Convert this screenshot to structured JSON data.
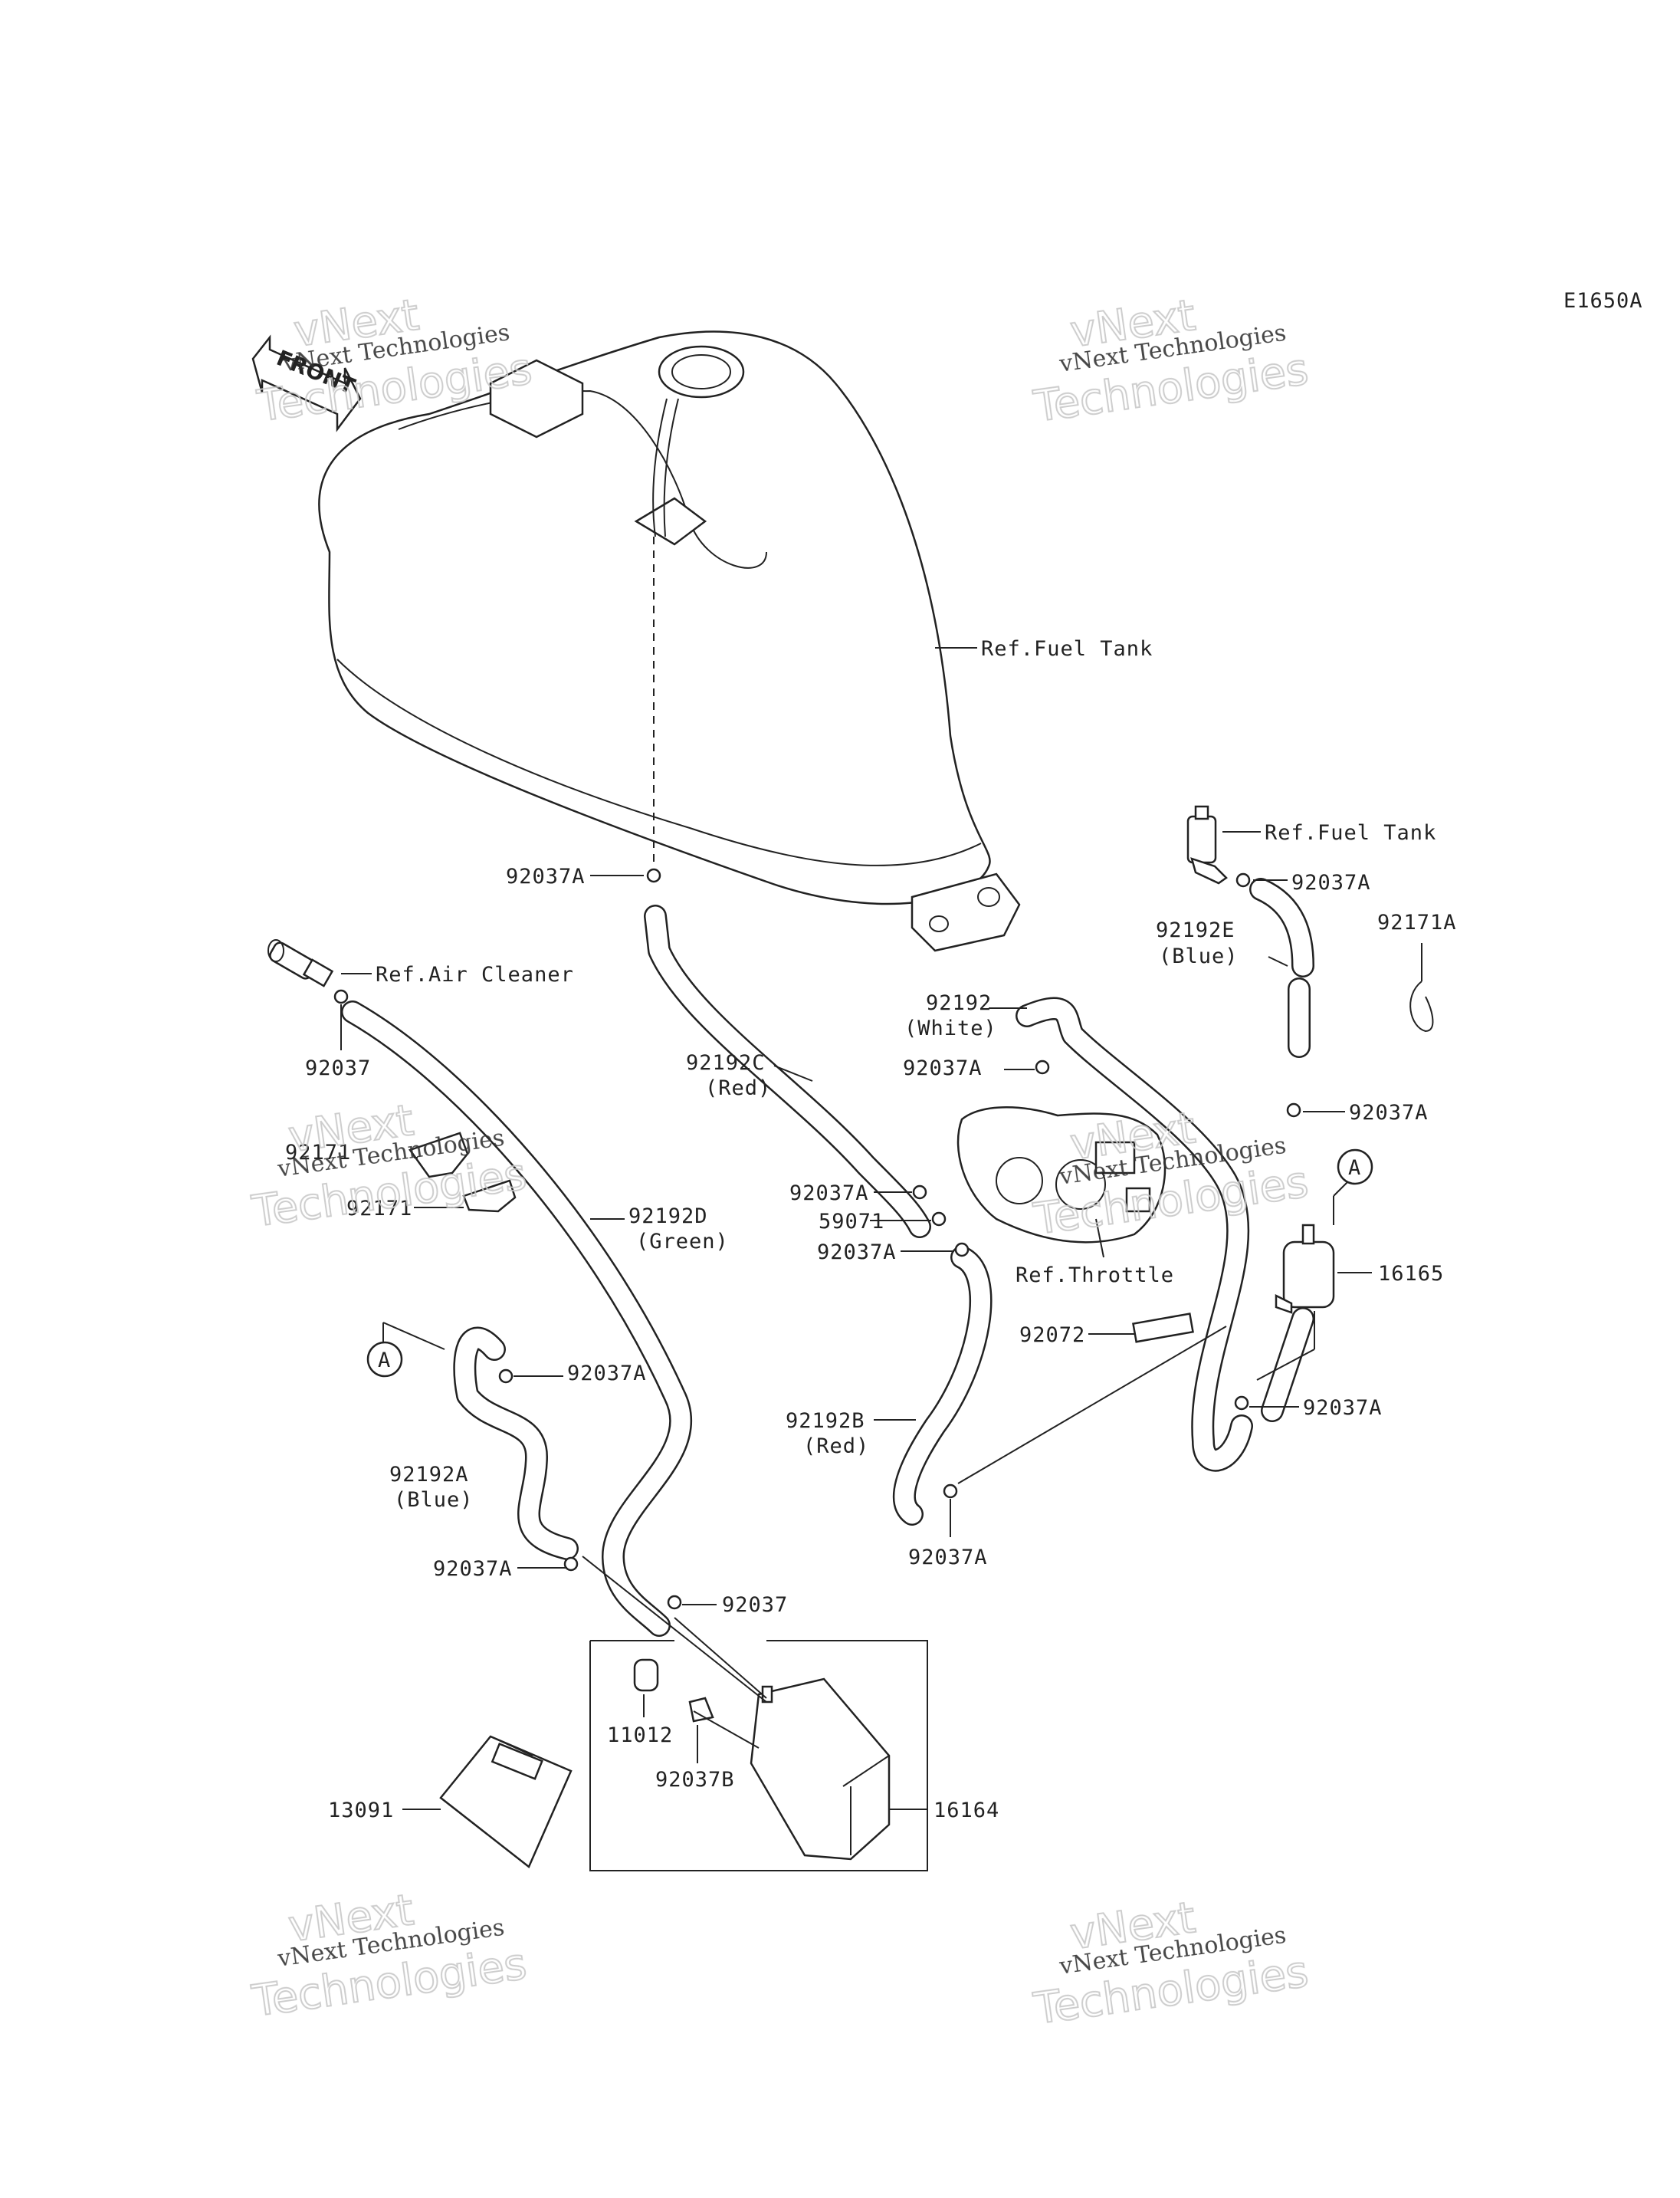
{
  "diagram_code": "E1650A",
  "front_label": "FRONT",
  "watermark": {
    "line1": "vNext Technologies",
    "line2": "vNext\nTechnologies"
  },
  "callouts": {
    "ref_fuel_tank_main": "Ref.Fuel Tank",
    "ref_fuel_tank_right": "Ref.Fuel Tank",
    "ref_air_cleaner": "Ref.Air Cleaner",
    "ref_throttle": "Ref.Throttle",
    "p92037A_tank": "92037A",
    "p92037A_right_top": "92037A",
    "p92192E": "92192E",
    "p92192E_color": "(Blue)",
    "p92171A": "92171A",
    "p92037": "92037",
    "p92192": "92192",
    "p92192_color": "(White)",
    "p92192C": "92192C",
    "p92192C_color": "(Red)",
    "p92037A_mid": "92037A",
    "p92037A_right_mid": "92037A",
    "p92171_a": "92171",
    "p92171_b": "92171",
    "p92192D": "92192D",
    "p92192D_color": "(Green)",
    "p92037A_c": "92037A",
    "p59071": "59071",
    "p92037A_d": "92037A",
    "p16165": "16165",
    "p92072": "92072",
    "p92037A_left": "92037A",
    "p92037A_right_low": "92037A",
    "p92192B": "92192B",
    "p92192B_color": "(Red)",
    "p92192A": "92192A",
    "p92192A_color": "(Blue)",
    "p92037A_bottom": "92037A",
    "p92037A_left_low": "92037A",
    "p92037_low": "92037",
    "p11012": "11012",
    "p92037B": "92037B",
    "p16164": "16164",
    "p13091": "13091",
    "marker_A_left": "A",
    "marker_A_right": "A"
  }
}
